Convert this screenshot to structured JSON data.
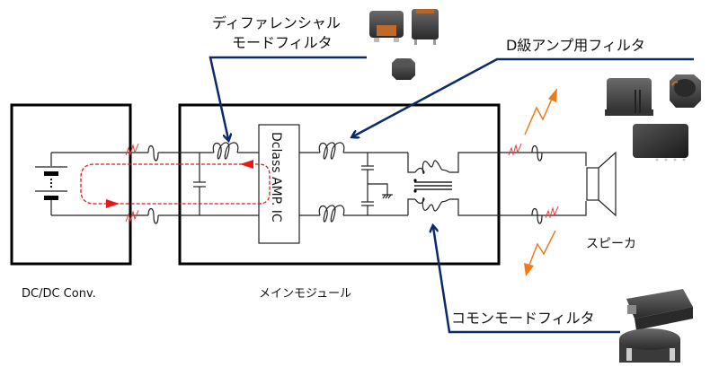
{
  "labels": {
    "differential_filter_line1": "ディファレンシャル",
    "differential_filter_line2": "モードフィルタ",
    "dclass_filter": "D級アンプ用フィルタ",
    "amp_ic": "Dclass AMP. IC",
    "dcdc": "DC/DC Conv.",
    "main_module": "メインモジュール",
    "speaker": "スピーカ",
    "common_mode_filter": "コモンモードフィルタ"
  },
  "colors": {
    "callout_line": "#0b2a6b",
    "noise": "#e83a3a",
    "radiation": "#f07a1a",
    "current_loop": "#e81818",
    "wire": "#222222",
    "box": "#000000"
  },
  "icons": {
    "battery": "battery-symbol",
    "inductor": "coil-symbol",
    "capacitor": "capacitor-symbol",
    "ground": "ground-symbol",
    "transformer": "common-mode-choke-symbol",
    "speaker": "speaker-symbol",
    "noise": "zigzag-noise",
    "radiation": "lightning-arrow",
    "component_photo": "inductor-component-photo"
  }
}
